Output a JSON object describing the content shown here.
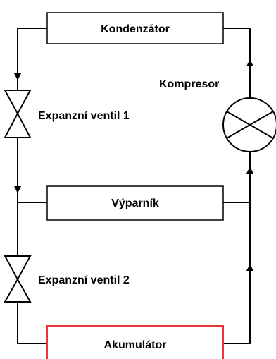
{
  "components": {
    "condenser": {
      "label": "Kondenzátor"
    },
    "compressor": {
      "label": "Kompresor"
    },
    "valve1": {
      "label": "Expanzní ventil 1"
    },
    "evaporator": {
      "label": "Výparník"
    },
    "valve2": {
      "label": "Expanzní ventil 2"
    },
    "accumulator": {
      "label": "Akumulátor",
      "border_color": "#e8363a"
    }
  },
  "colors": {
    "line": "#000000",
    "accent": "#e8363a"
  }
}
